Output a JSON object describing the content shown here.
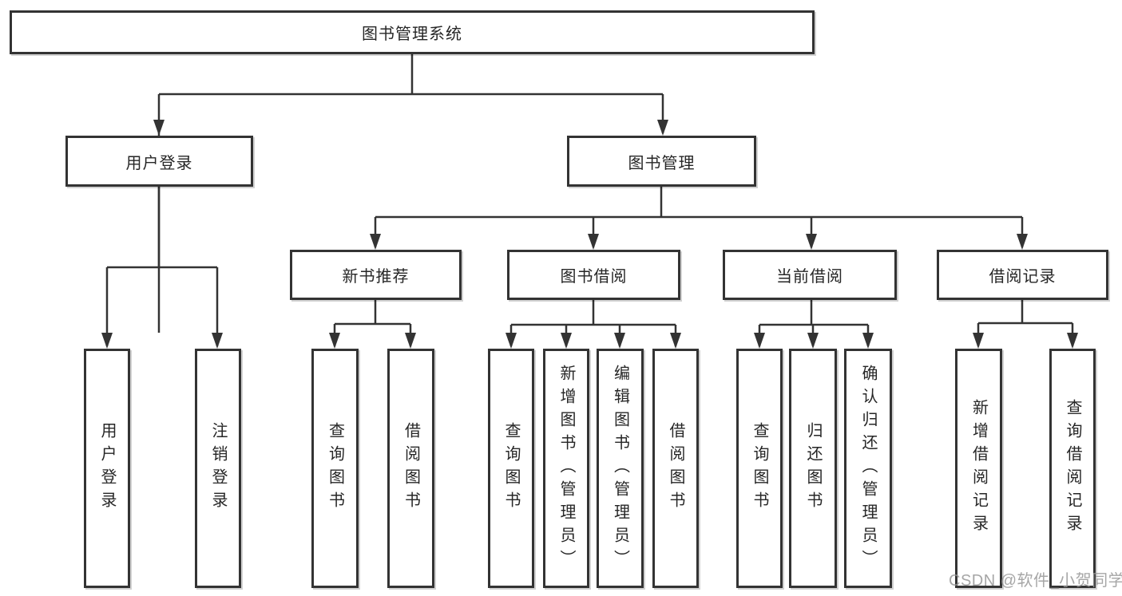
{
  "diagram": {
    "root": {
      "label": "图书管理系统",
      "children": [
        {
          "label": "用户登录",
          "children": [
            {
              "label": "用户登录"
            },
            {
              "label": "注销登录"
            }
          ]
        },
        {
          "label": "图书管理",
          "children": [
            {
              "label": "新书推荐",
              "children": [
                {
                  "label": "查询图书"
                },
                {
                  "label": "借阅图书"
                }
              ]
            },
            {
              "label": "图书借阅",
              "children": [
                {
                  "label": "查询图书"
                },
                {
                  "label": "新增图书（管理员）"
                },
                {
                  "label": "编辑图书（管理员）"
                },
                {
                  "label": "借阅图书"
                }
              ]
            },
            {
              "label": "当前借阅",
              "children": [
                {
                  "label": "查询图书"
                },
                {
                  "label": "归还图书"
                },
                {
                  "label": "确认归还（管理员）"
                }
              ]
            },
            {
              "label": "借阅记录",
              "children": [
                {
                  "label": "新增借阅记录"
                },
                {
                  "label": "查询借阅记录"
                }
              ]
            }
          ]
        }
      ]
    }
  },
  "watermark": {
    "text": "CSDN @软件_小贺同学"
  },
  "colors": {
    "line": "#333333",
    "box_border": "#333333",
    "text": "#262626",
    "background": "#ffffff",
    "watermark": "#969696"
  }
}
